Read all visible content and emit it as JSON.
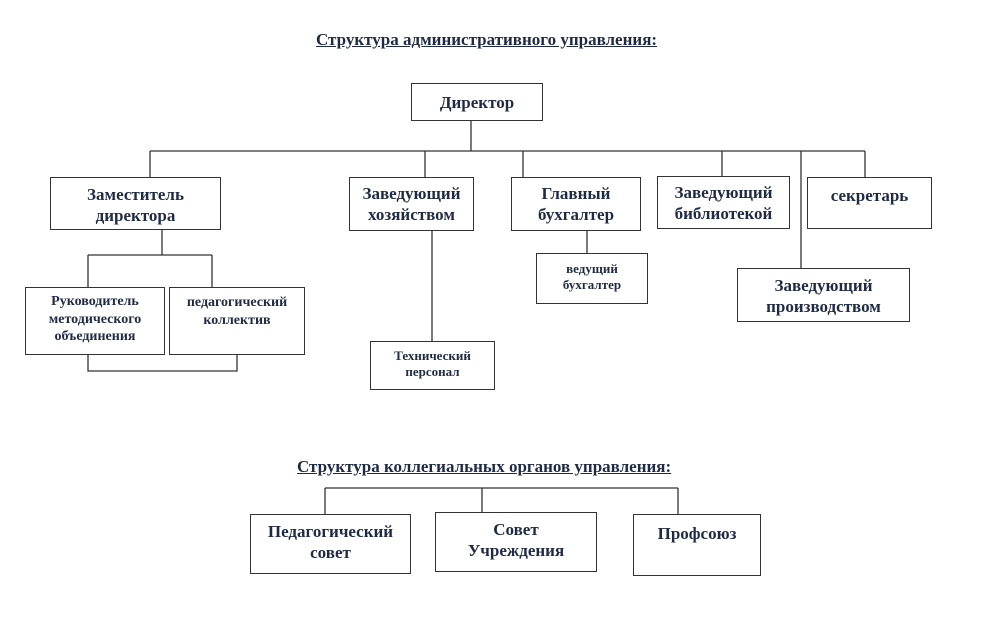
{
  "admin": {
    "title": "Структура административного управления:",
    "director": "Директор",
    "deputy": "Заместитель\nдиректора",
    "household": "Заведующий\nхозяйством",
    "accountant": "Главный\nбухгалтер",
    "library": "Заведующий\nбиблиотекой",
    "secretary": "секретарь",
    "method_head": "Руководитель\nметодического\nобъединения",
    "teaching_staff": "педагогический\nколлектив",
    "lead_accountant": "ведущий\nбухгалтер",
    "production": "Заведующий\nпроизводством",
    "technical": "Технический\nперсонал"
  },
  "collegial": {
    "title": "Структура коллегиальных органов управления:",
    "ped_council": "Педагогический\nсовет",
    "council": "Совет\nУчреждения",
    "union": "Профсоюз"
  }
}
